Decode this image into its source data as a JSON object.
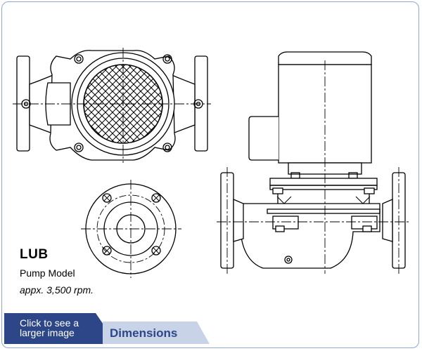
{
  "model": {
    "name": "LUB",
    "description": "Pump Model",
    "speed": "appx. 3,500 rpm."
  },
  "tabs": {
    "click_label": "Click to see a larger image",
    "dimensions_label": "Dimensions"
  },
  "colors": {
    "tab_dark": "#2d4687",
    "tab_light": "#c9d3e8",
    "frame_border": "#8ea8d4"
  }
}
